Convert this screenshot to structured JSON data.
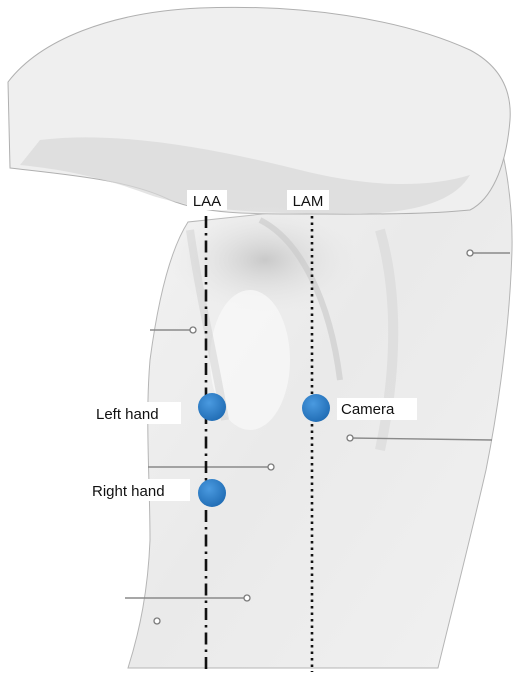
{
  "figure": {
    "reference_lines": [
      {
        "label": "LAA",
        "style": "dash-dot"
      },
      {
        "label": "LAM",
        "style": "dotted"
      }
    ],
    "markers": [
      {
        "label": "Left hand",
        "color": "#2f7fc8"
      },
      {
        "label": "Right hand",
        "color": "#2f7fc8"
      },
      {
        "label": "Camera",
        "color": "#2f7fc8"
      }
    ]
  }
}
